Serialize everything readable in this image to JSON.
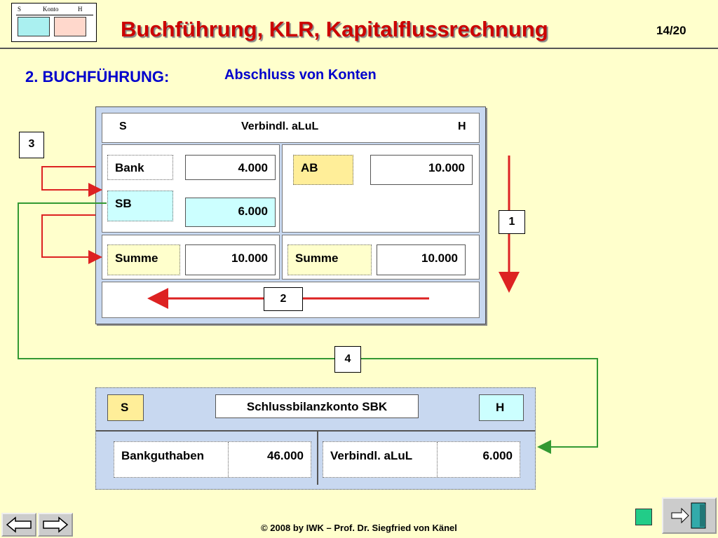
{
  "header": {
    "logo": {
      "s": "S",
      "konto": "Konto",
      "h": "H"
    },
    "title": "Buchführung, KLR, Kapitalflussrechnung",
    "page": "14/20"
  },
  "section": {
    "heading": "2. BUCHFÜHRUNG:",
    "subheading": "Abschluss von Konten"
  },
  "account": {
    "s": "S",
    "title": "Verbindl. aLuL",
    "h": "H",
    "left": [
      {
        "label": "Bank",
        "value": "4.000"
      },
      {
        "label": "SB",
        "value": "6.000"
      }
    ],
    "right": [
      {
        "label": "AB",
        "value": "10.000"
      }
    ],
    "sum_left": {
      "label": "Summe",
      "value": "10.000"
    },
    "sum_right": {
      "label": "Summe",
      "value": "10.000"
    }
  },
  "steps": {
    "one": "1",
    "two": "2",
    "three": "3",
    "four": "4"
  },
  "sbk": {
    "s": "S",
    "title": "Schlussbilanzkonto SBK",
    "h": "H",
    "left": {
      "label": "Bankguthaben",
      "value": "46.000"
    },
    "right": {
      "label": "Verbindl. aLuL",
      "value": "6.000"
    }
  },
  "footer": {
    "copyright": "© 2008 by IWK – Prof. Dr. Siegfried von Känel"
  },
  "colors": {
    "title": "#cc0000",
    "heading": "#0000cc",
    "red_arrow": "#dd2222",
    "green_arrow": "#339933",
    "account_bg": "#c8d8f0",
    "cyan_field": "#ccffff",
    "yellow_field": "#ffee99",
    "pink_field": "#ffddcc"
  }
}
